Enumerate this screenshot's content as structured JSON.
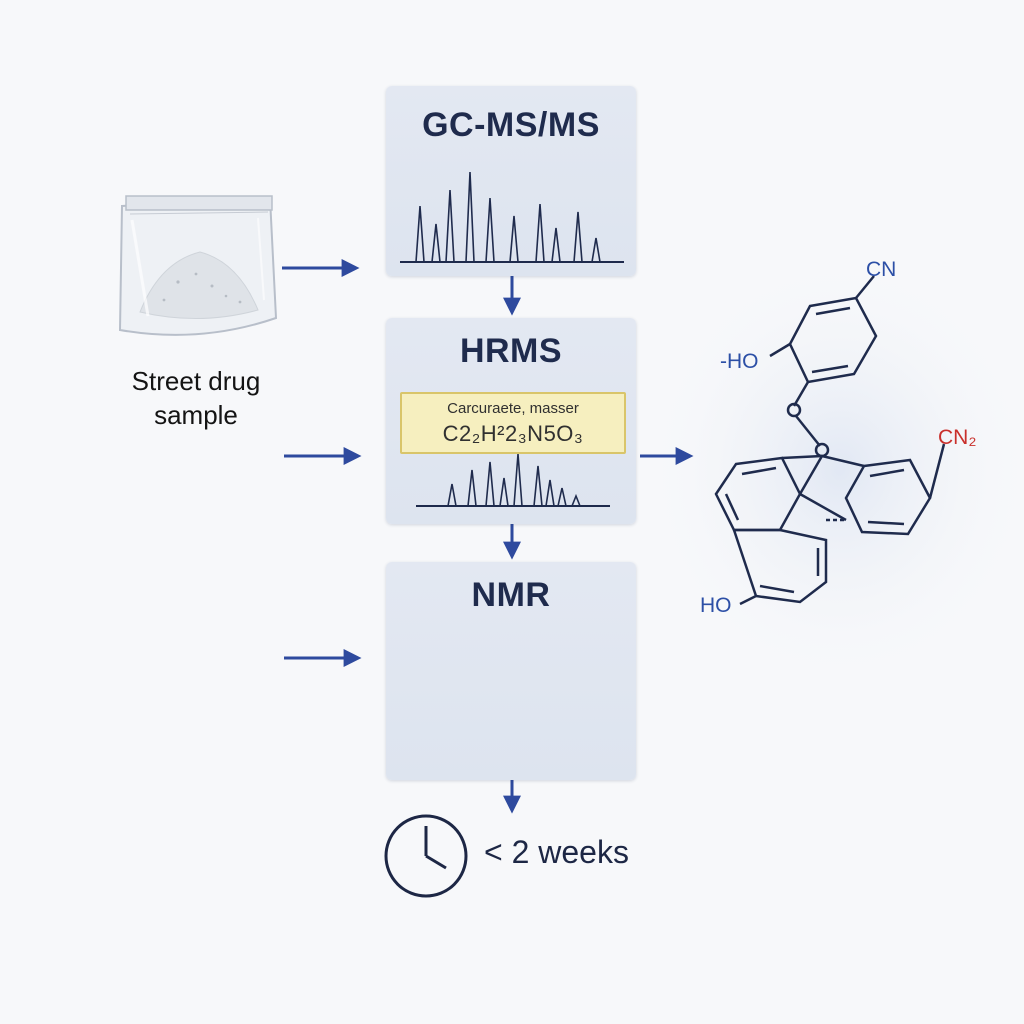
{
  "sample": {
    "label_line1": "Street drug",
    "label_line2": "sample"
  },
  "steps": [
    {
      "title": "GC-MS/MS"
    },
    {
      "title": "HRMS",
      "formula_caption": "Carcuraete, masser",
      "formula": "C2₂H²2₃N5O₃"
    },
    {
      "title": "NMR"
    }
  ],
  "timing": {
    "label": "< 2 weeks"
  },
  "structure_labels": {
    "cn_top": "CN",
    "ho_left": "-HO",
    "cn2": "CN₂",
    "ho_bottom": "HO"
  },
  "colors": {
    "arrow": "#2e4a9e",
    "panel": "#e0e6f0",
    "ink": "#1f2b4d",
    "highlight": "#f6efbf",
    "red_label": "#c9302c"
  },
  "icons": [
    "sample-bag-icon",
    "clock-icon",
    "arrow-right-icon",
    "arrow-down-icon"
  ]
}
